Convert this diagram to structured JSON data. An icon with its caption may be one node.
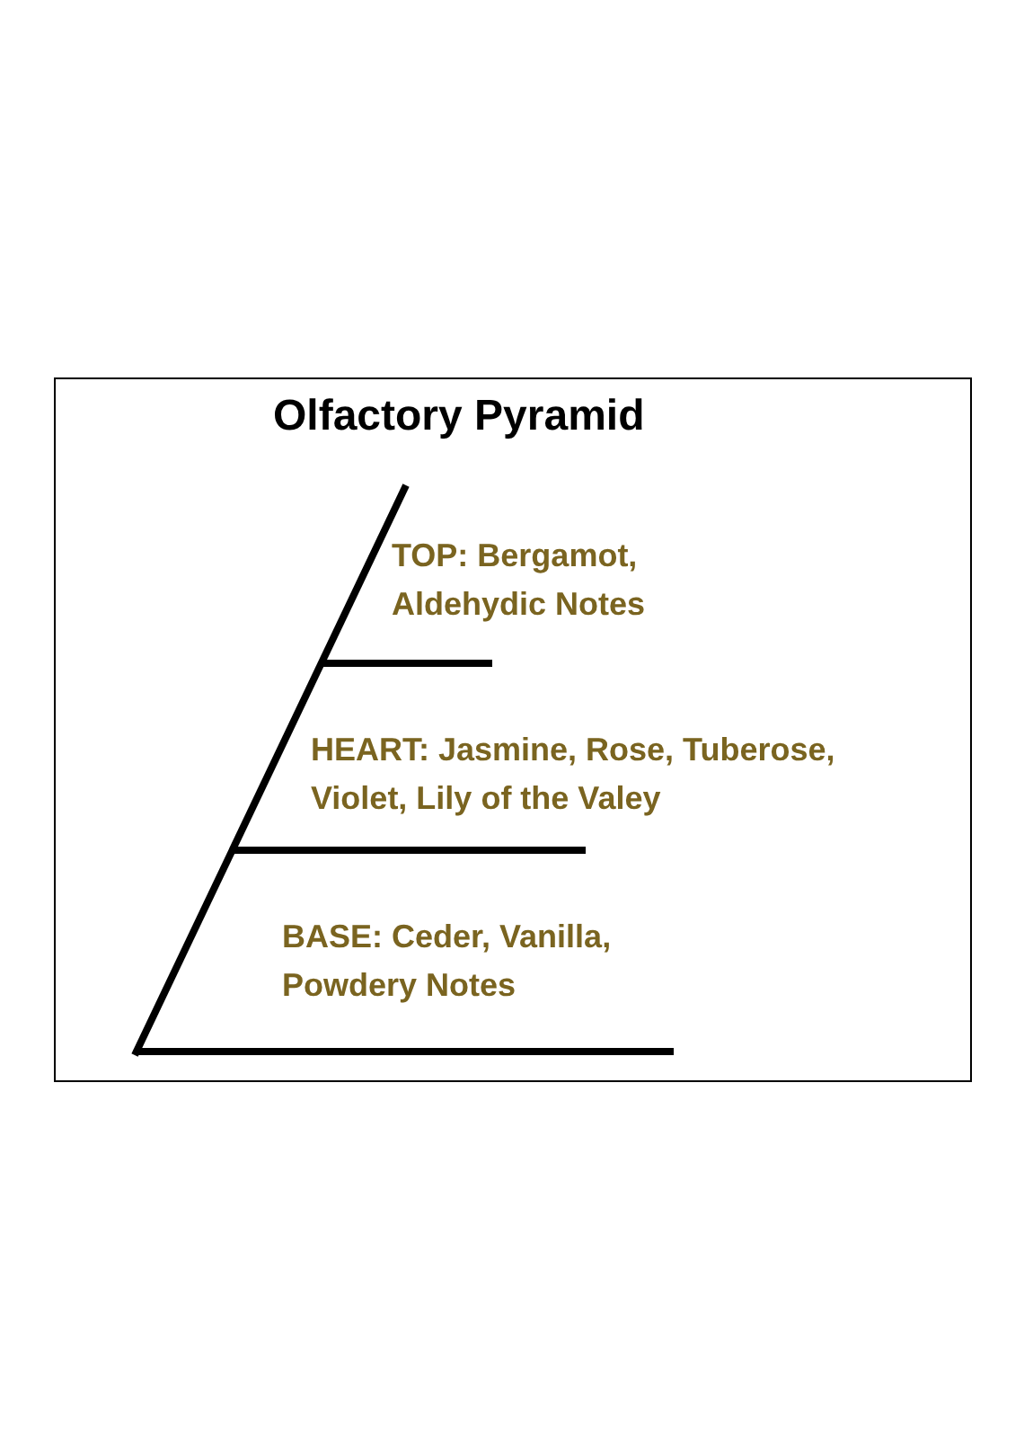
{
  "diagram": {
    "title": "Olfactory Pyramid",
    "labels": [
      "TOP: Bergamot, Aldehydic Notes",
      "HEART: Jasmine, Rose, Tuberose, Violet, Lily of the Valey",
      "BASE: Ceder, Vanilla, Powdery Notes"
    ]
  }
}
